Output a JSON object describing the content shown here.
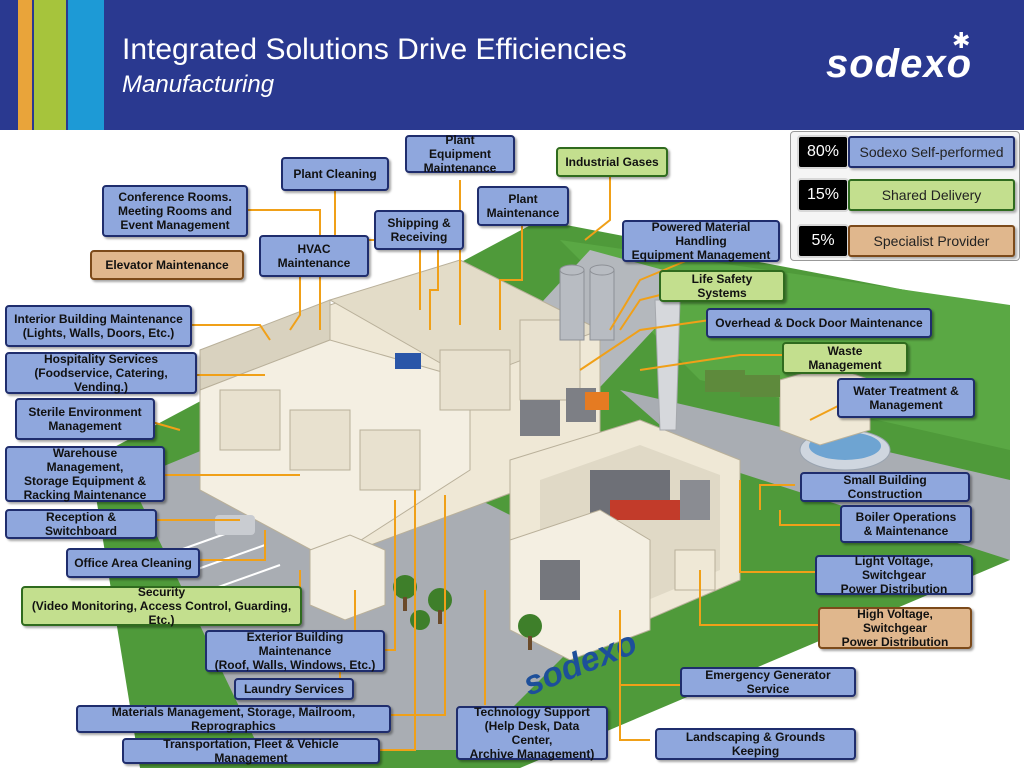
{
  "header": {
    "title": "Integrated Solutions Drive Efficiencies",
    "subtitle": "Manufacturing",
    "logo": "sodexo",
    "stripe_colors": [
      "#e9a43a",
      "#a6c43c",
      "#1d9ad6",
      "#2a3990"
    ],
    "background": "#2a3990"
  },
  "legend": [
    {
      "percent": "80%",
      "label": "Sodexo Self-performed",
      "color": "#8fa7dd"
    },
    {
      "percent": "15%",
      "label": "Shared Delivery",
      "color": "#c3df8e"
    },
    {
      "percent": "5%",
      "label": "Specialist Provider",
      "color": "#e0b78d"
    }
  ],
  "labels": {
    "plant_equipment": "Plant Equipment\nMaintenance",
    "industrial_gases": "Industrial Gases",
    "plant_cleaning": "Plant Cleaning",
    "conference": "Conference Rooms.\nMeeting Rooms and\nEvent Management",
    "plant_maintenance": "Plant\nMaintenance",
    "shipping": "Shipping &\nReceiving",
    "hvac": "HVAC\nMaintenance",
    "powered_material": "Powered Material Handling\nEquipment Management",
    "elevator": "Elevator Maintenance",
    "life_safety": "Life Safety Systems",
    "interior_building": "Interior Building Maintenance\n(Lights, Walls, Doors, Etc.)",
    "overhead_dock": "Overhead & Dock Door Maintenance",
    "hospitality": "Hospitality  Services\n(Foodservice, Catering, Vending.)",
    "waste": "Waste Management",
    "water": "Water Treatment &\nManagement",
    "sterile": "Sterile Environment\nManagement",
    "warehouse": "Warehouse Management,\nStorage Equipment  &\nRacking Maintenance",
    "small_building": "Small Building Construction",
    "reception": "Reception & Switchboard",
    "boiler": "Boiler Operations\n& Maintenance",
    "office_cleaning": "Office Area Cleaning",
    "light_voltage": "Light Voltage, Switchgear\nPower Distribution",
    "security": "Security\n(Video Monitoring, Access Control, Guarding, Etc.)",
    "high_voltage": "High Voltage, Switchgear\nPower Distribution",
    "exterior_building": "Exterior Building Maintenance\n(Roof, Walls, Windows, Etc.)",
    "laundry": "Laundry Services",
    "emergency_generator": "Emergency Generator Service",
    "materials_mgmt": "Materials Management, Storage, Mailroom, Reprographics",
    "technology": "Technology Support\n(Help Desk, Data Center,\nArchive Management)",
    "landscaping": "Landscaping & Grounds Keeping",
    "transportation": "Transportation, Fleet & Vehicle Management"
  },
  "scene": {
    "watermark": "sodexo",
    "colors": {
      "grass": "#4f9a3a",
      "road": "#a9adb3",
      "building": "#efe8d6",
      "roof": "#d9d2bf",
      "leader": "#f0a018"
    }
  }
}
